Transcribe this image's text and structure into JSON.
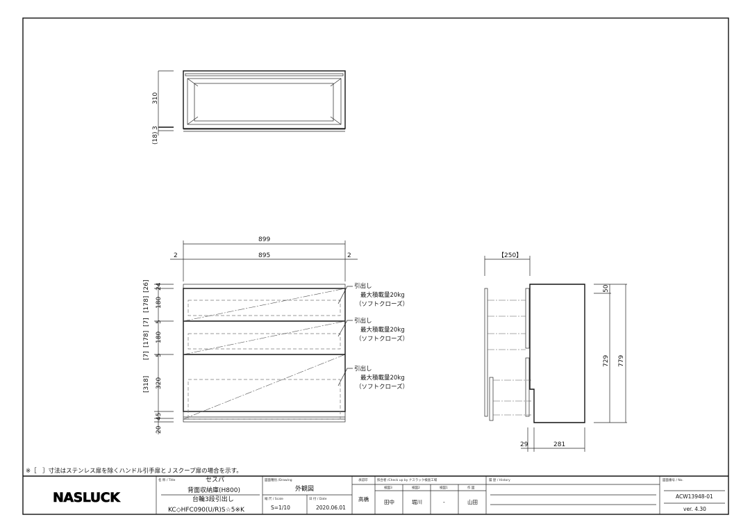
{
  "note": "※［　］寸法はステンレス扉を除くハンドル引手扉とＪスクープ扉の場合を示す。",
  "logo": "NASLUCK",
  "title_block": {
    "title_label": "名 称 / Title",
    "title_line1": "セスパ",
    "title_line2": "背面収納庫(H800)",
    "title_line3": "台輪3段引出し",
    "title_line4": "KC◇HFC090(U/R)S☆5※K",
    "drawing_label": "図面種別 /Drawing",
    "drawing_value": "外観図",
    "scale_label": "縮 尺 / Scale",
    "scale_value": "S=1/10",
    "date_label": "日 付 / Date",
    "date_value": "2020.06.01",
    "approval_label": "承認印",
    "approval_value": "高橋",
    "check_label": "照合者 /Check up by ナスラック検査工場",
    "check_headers": [
      "検図3",
      "検図2",
      "検図1",
      "作 図"
    ],
    "check_values": [
      "田中",
      "堀川",
      "-",
      "山田"
    ],
    "history_label": "履 歴 / History",
    "number_label": "図面番号 / No.",
    "number_value": "ACW13948-01",
    "version": "ver. 4.30"
  },
  "top_view": {
    "depth": "310",
    "gap": "3",
    "offset": "(18)"
  },
  "front_view": {
    "overall_width": "899",
    "inner_width": "895",
    "side_left": "2",
    "side_right": "2",
    "heights": [
      "24",
      "180",
      "5",
      "180",
      "5",
      "320",
      "45",
      "20"
    ],
    "bracket_heights": [
      "[26]",
      "[178]",
      "[7]",
      "[178]",
      "[7]",
      "[318]"
    ],
    "drawer_notes": [
      {
        "title": "引出し",
        "load": "最大積載量20kg",
        "feature": "（ソフトクローズ）"
      },
      {
        "title": "引出し",
        "load": "最大積載量20kg",
        "feature": "（ソフトクローズ）"
      },
      {
        "title": "引出し",
        "load": "最大積載量20kg",
        "feature": "（ソフトクローズ）"
      }
    ]
  },
  "side_view": {
    "extension": "【250】",
    "top": "50",
    "body_height": "729",
    "overall_height": "779",
    "front_offset": "29",
    "depth": "281"
  }
}
